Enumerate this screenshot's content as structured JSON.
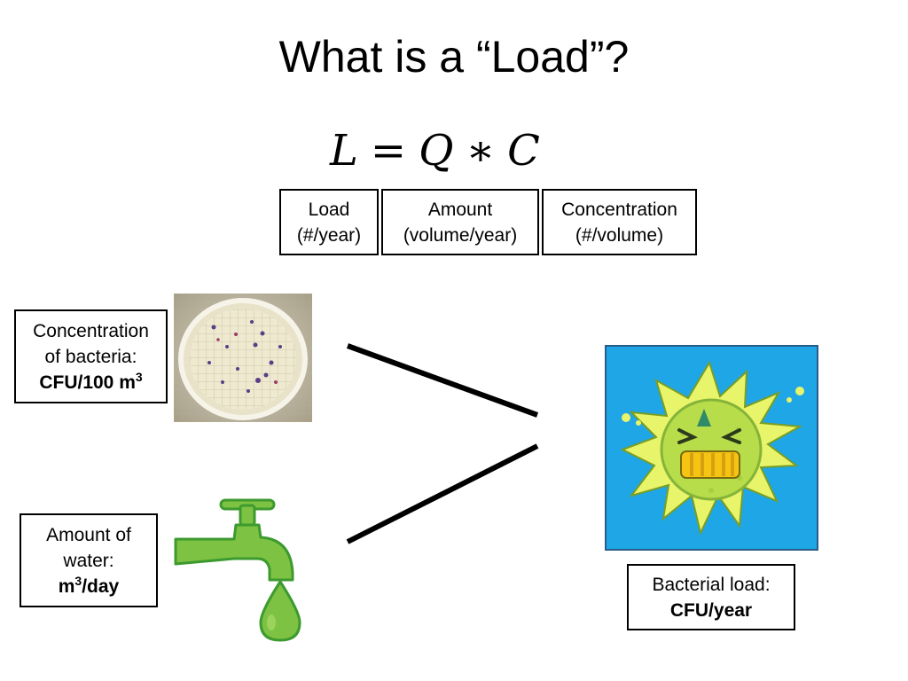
{
  "title": "What is a “Load”?",
  "formula": {
    "lhs": "L",
    "equals": "=",
    "q": "Q",
    "times": "∗",
    "c": "C"
  },
  "definitions": [
    {
      "line1": "Load",
      "line2": "(#/year)"
    },
    {
      "line1": "Amount",
      "line2": "(volume/year)"
    },
    {
      "line1": "Concentration",
      "line2": "(#/volume)"
    }
  ],
  "bacteria_box": {
    "line1": "Concentration",
    "line2": "of bacteria:",
    "unit": "CFU/100 m",
    "unit_sup": "3"
  },
  "water_box": {
    "line1": "Amount of",
    "line2": "water:",
    "unit_base": "m",
    "unit_sup": "3",
    "unit_rest": "/day"
  },
  "result_box": {
    "line1": "Bacterial load:",
    "unit": "CFU/year"
  },
  "colors": {
    "tap_green": "#7dc242",
    "tap_outline": "#3d9a2e",
    "germ_bg": "#1ea6e6",
    "germ_body": "#b8dd4a",
    "germ_spike": "#e8f56a",
    "germ_teeth": "#f6c514"
  },
  "icons": {
    "petri": "petri-dish-icon",
    "tap": "water-tap-icon",
    "germ": "bacteria-germ-icon"
  }
}
